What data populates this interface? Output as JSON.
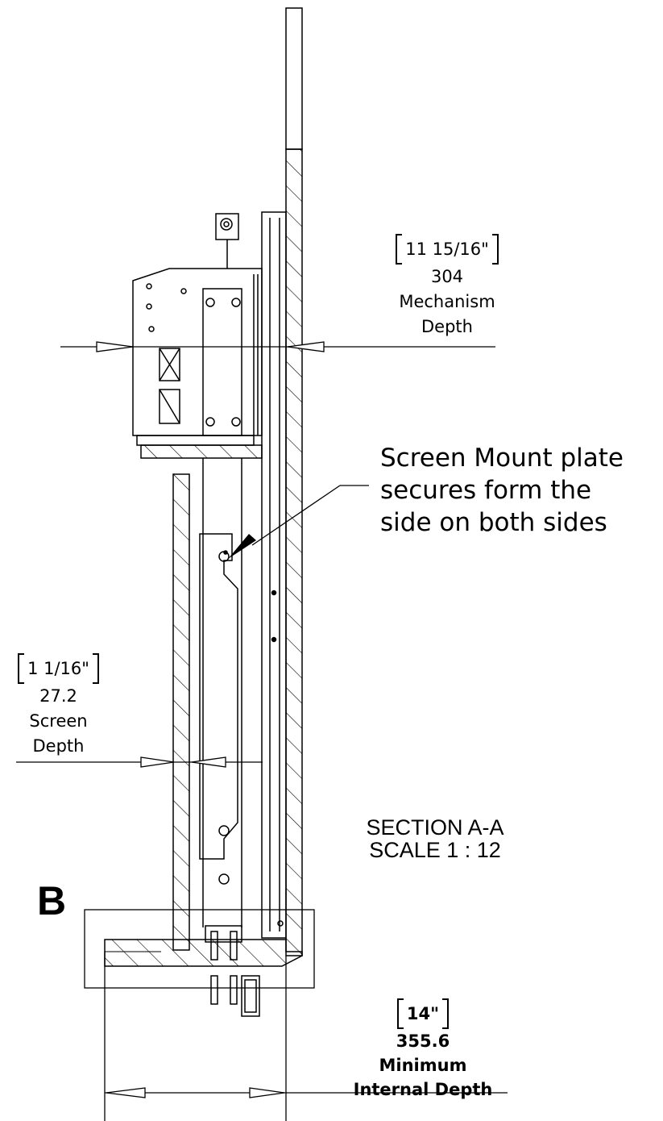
{
  "callout": {
    "note": "Screen Mount plate secures form the side on both sides",
    "line1": "Screen Mount plate",
    "line2": "secures form the",
    "line3": "side on both sides"
  },
  "mechanism_depth": {
    "imperial": "11 15/16\"",
    "metric": "304",
    "label_line1": "Mechanism",
    "label_line2": "Depth"
  },
  "screen_depth": {
    "imperial": "1 1/16\"",
    "metric": "27.2",
    "label_line1": "Screen",
    "label_line2": "Depth"
  },
  "section": {
    "title": "SECTION A-A",
    "scale": "SCALE 1 : 12"
  },
  "detail": {
    "letter": "B"
  },
  "internal_depth": {
    "imperial": "14\"",
    "metric": "355.6",
    "label_line1": "Minimum",
    "label_line2": "Internal Depth"
  }
}
